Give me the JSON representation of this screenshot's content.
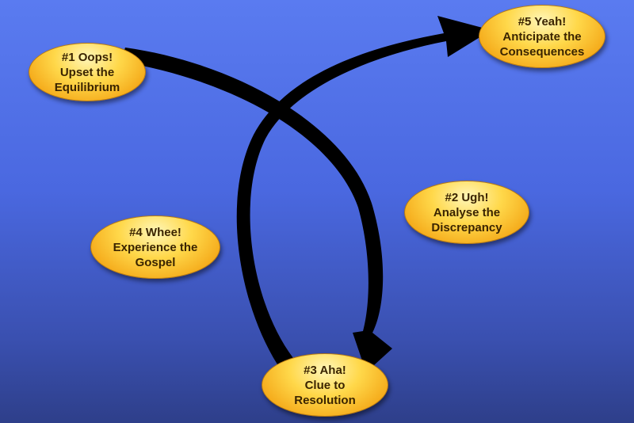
{
  "nodes": [
    {
      "id": "oops",
      "lines": [
        "#1 Oops!",
        "Upset the",
        "Equilibrium"
      ]
    },
    {
      "id": "ugh",
      "lines": [
        "#2 Ugh!",
        "Analyse the",
        "Discrepancy"
      ]
    },
    {
      "id": "aha",
      "lines": [
        "#3 Aha!",
        "Clue to",
        "Resolution"
      ]
    },
    {
      "id": "whee",
      "lines": [
        "#4 Whee!",
        "Experience the",
        "Gospel"
      ]
    },
    {
      "id": "yeah",
      "lines": [
        "#5 Yeah!",
        "Anticipate the",
        "Consequences"
      ]
    }
  ],
  "colors": {
    "node_fill": "#ffd84a",
    "arrow": "#000000",
    "background": "#4a68e0"
  }
}
